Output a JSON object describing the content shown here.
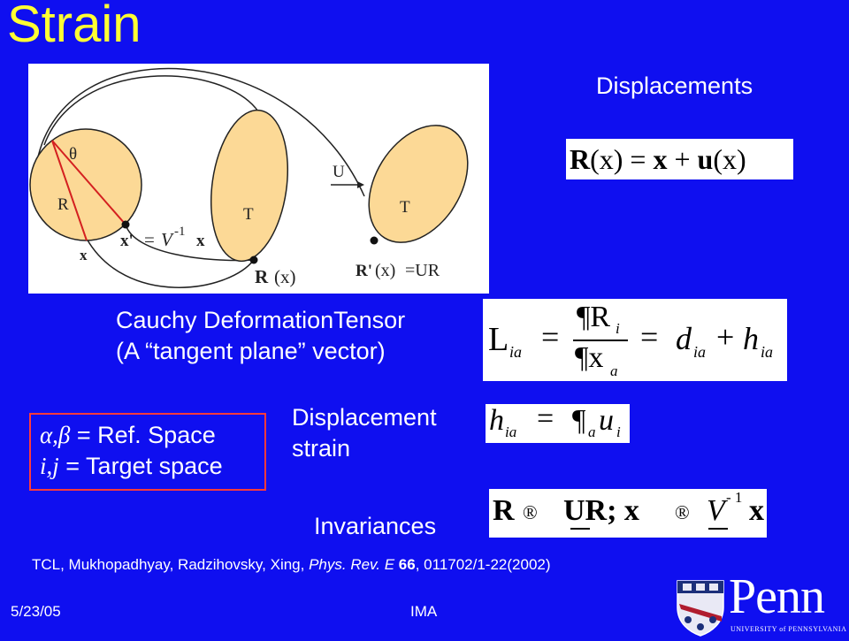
{
  "title": "Strain",
  "figure": {
    "theta": "θ",
    "r": "R",
    "t_left": "T",
    "t_right": "T",
    "u_arrow": "U",
    "x_label": "x",
    "x_prime": "x'",
    "eq": "=",
    "v_inv": "V",
    "v_exp": "-1",
    "x_after": "x",
    "r_of_x": "R",
    "r_paren_x": "(x)",
    "r_prime": "R'",
    "r_prime_x": "(x)",
    "r_prime_eq": "=UR"
  },
  "sections": {
    "displacements": "Displacements",
    "cauchy_line1": "Cauchy DeformationTensor",
    "cauchy_line2": "(A “tangent plane” vector)",
    "disp_strain_line1": "Displacement",
    "disp_strain_line2": "strain",
    "invariances": "Invariances"
  },
  "eq1": {
    "r": "R",
    "rx": "(x) =",
    "x": "x",
    "plus": "+",
    "u": "u",
    "ux": "(x)"
  },
  "eq2": {
    "L": "L",
    "L_sub": "ia",
    "eq1": "=",
    "num": "¶R",
    "num_sub": "i",
    "den": "¶x",
    "den_sub": "a",
    "eq2": "=",
    "d": "d",
    "d_sub": "ia",
    "plus": "+",
    "h": "h",
    "h_sub": "ia"
  },
  "eq3": {
    "h": "h",
    "h_sub": "ia",
    "eq": "=",
    "p": "¶",
    "p_sub": "a",
    "u": "u",
    "u_sub": "i"
  },
  "eq4": {
    "r": "R",
    "arrow1": "®",
    "ur": "UR; x",
    "arrow2": "®",
    "v": "V",
    "v_exp": "- 1",
    "x": "x"
  },
  "legend": {
    "ref_sym": "α,β",
    "ref_text": " = Ref. Space",
    "target_sym": "i,j",
    "target_text": " = Target space"
  },
  "citation": {
    "authors": "TCL, Mukhopadhyay, Radzihovsky, Xing, ",
    "journal": "Phys. Rev. E",
    "volume": " 66",
    "rest": ", 011702/1-22(2002)"
  },
  "footer": {
    "date": "5/23/05",
    "org": "IMA"
  },
  "logo": {
    "wordmark": "Penn",
    "subtitle": "UNIVERSITY of PENNSYLVANIA"
  }
}
